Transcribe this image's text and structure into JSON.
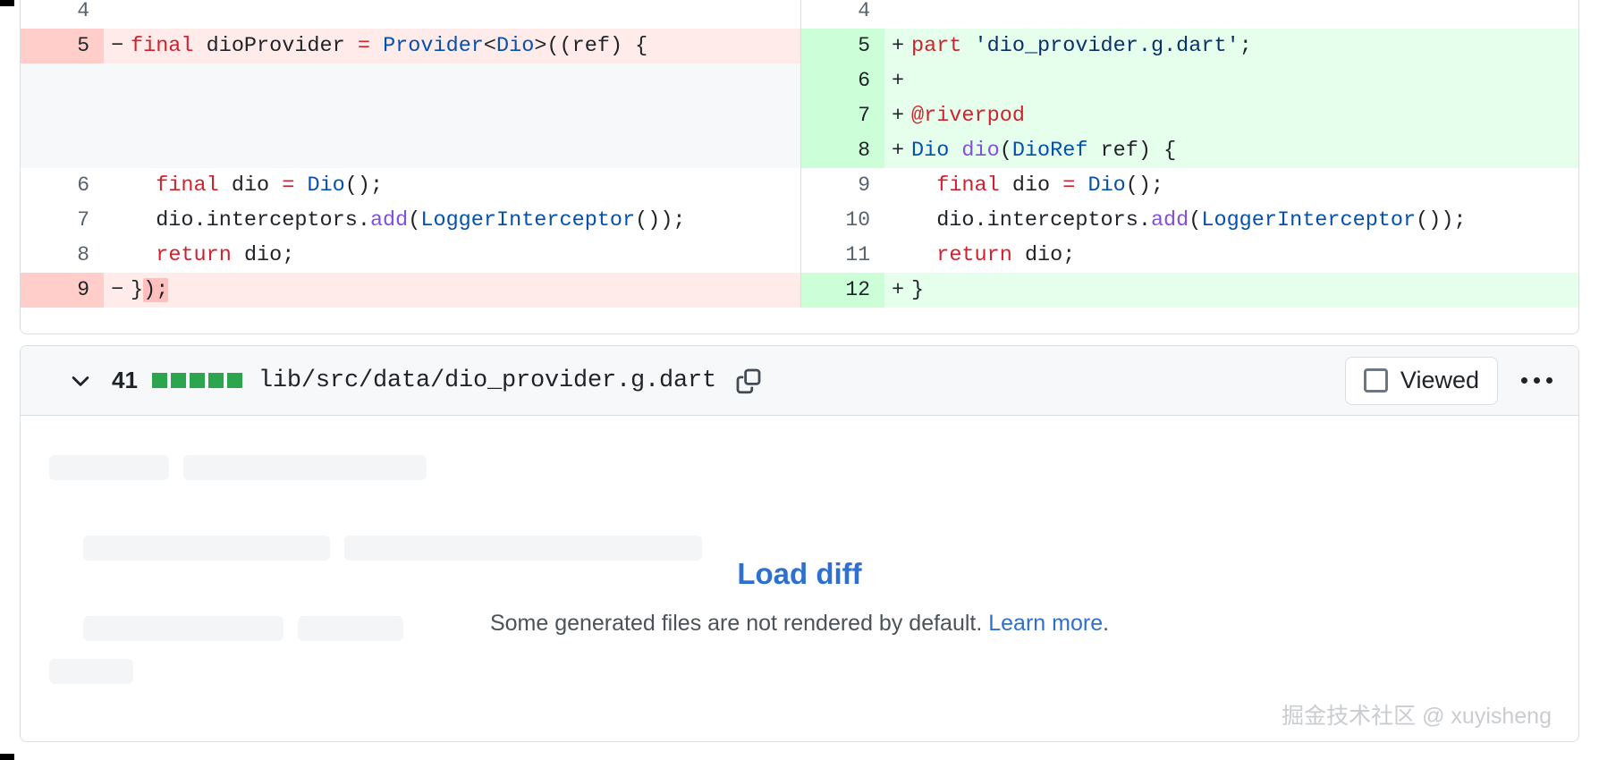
{
  "diff": {
    "left_rows": [
      {
        "num": "4",
        "type": "ctx",
        "mark": "",
        "tokens": [
          {
            "t": "",
            "c": "pl"
          }
        ]
      },
      {
        "num": "5",
        "type": "del",
        "mark": "−",
        "tokens": [
          {
            "t": "final",
            "c": "kw"
          },
          {
            "t": " dioProvider ",
            "c": "pl"
          },
          {
            "t": "=",
            "c": "op"
          },
          {
            "t": " ",
            "c": "pl"
          },
          {
            "t": "Provider",
            "c": "typ"
          },
          {
            "t": "<",
            "c": "pl"
          },
          {
            "t": "Dio",
            "c": "typ"
          },
          {
            "t": ">((ref) {",
            "c": "pl"
          }
        ]
      },
      {
        "num": "",
        "type": "empty",
        "mark": "",
        "tokens": []
      },
      {
        "num": "",
        "type": "empty",
        "mark": "",
        "tokens": []
      },
      {
        "num": "",
        "type": "empty",
        "mark": "",
        "tokens": []
      },
      {
        "num": "6",
        "type": "ctx",
        "mark": "",
        "tokens": [
          {
            "t": "  ",
            "c": "pl"
          },
          {
            "t": "final",
            "c": "kw"
          },
          {
            "t": " dio ",
            "c": "pl"
          },
          {
            "t": "=",
            "c": "op"
          },
          {
            "t": " ",
            "c": "pl"
          },
          {
            "t": "Dio",
            "c": "typ"
          },
          {
            "t": "();",
            "c": "pl"
          }
        ]
      },
      {
        "num": "7",
        "type": "ctx",
        "mark": "",
        "tokens": [
          {
            "t": "  dio.interceptors.",
            "c": "pl"
          },
          {
            "t": "add",
            "c": "fn"
          },
          {
            "t": "(",
            "c": "pl"
          },
          {
            "t": "LoggerInterceptor",
            "c": "typ"
          },
          {
            "t": "());",
            "c": "pl"
          }
        ]
      },
      {
        "num": "8",
        "type": "ctx",
        "mark": "",
        "tokens": [
          {
            "t": "  ",
            "c": "pl"
          },
          {
            "t": "return",
            "c": "kw"
          },
          {
            "t": " dio;",
            "c": "pl"
          }
        ]
      },
      {
        "num": "9",
        "type": "del",
        "mark": "−",
        "tokens": [
          {
            "t": "}",
            "c": "pl"
          },
          {
            "t": ");",
            "c": "pl",
            "hl": "del"
          }
        ]
      }
    ],
    "right_rows": [
      {
        "num": "4",
        "type": "ctx",
        "mark": "",
        "tokens": [
          {
            "t": "",
            "c": "pl"
          }
        ]
      },
      {
        "num": "5",
        "type": "add",
        "mark": "+",
        "tokens": [
          {
            "t": "part",
            "c": "kw"
          },
          {
            "t": " ",
            "c": "pl"
          },
          {
            "t": "'dio_provider.g.dart'",
            "c": "str"
          },
          {
            "t": ";",
            "c": "pl"
          }
        ]
      },
      {
        "num": "6",
        "type": "add",
        "mark": "+",
        "tokens": []
      },
      {
        "num": "7",
        "type": "add",
        "mark": "+",
        "tokens": [
          {
            "t": "@riverpod",
            "c": "kw"
          }
        ]
      },
      {
        "num": "8",
        "type": "add",
        "mark": "+",
        "tokens": [
          {
            "t": "Dio",
            "c": "typ"
          },
          {
            "t": " ",
            "c": "pl"
          },
          {
            "t": "dio",
            "c": "fn"
          },
          {
            "t": "(",
            "c": "pl"
          },
          {
            "t": "DioRef",
            "c": "typ"
          },
          {
            "t": " ref) {",
            "c": "pl"
          }
        ]
      },
      {
        "num": "9",
        "type": "ctx",
        "mark": "",
        "tokens": [
          {
            "t": "  ",
            "c": "pl"
          },
          {
            "t": "final",
            "c": "kw"
          },
          {
            "t": " dio ",
            "c": "pl"
          },
          {
            "t": "=",
            "c": "op"
          },
          {
            "t": " ",
            "c": "pl"
          },
          {
            "t": "Dio",
            "c": "typ"
          },
          {
            "t": "();",
            "c": "pl"
          }
        ]
      },
      {
        "num": "10",
        "type": "ctx",
        "mark": "",
        "tokens": [
          {
            "t": "  dio.interceptors.",
            "c": "pl"
          },
          {
            "t": "add",
            "c": "fn"
          },
          {
            "t": "(",
            "c": "pl"
          },
          {
            "t": "LoggerInterceptor",
            "c": "typ"
          },
          {
            "t": "());",
            "c": "pl"
          }
        ]
      },
      {
        "num": "11",
        "type": "ctx",
        "mark": "",
        "tokens": [
          {
            "t": "  ",
            "c": "pl"
          },
          {
            "t": "return",
            "c": "kw"
          },
          {
            "t": " dio;",
            "c": "pl"
          }
        ]
      },
      {
        "num": "12",
        "type": "add",
        "mark": "+",
        "tokens": [
          {
            "t": "}",
            "c": "pl"
          }
        ]
      }
    ]
  },
  "file": {
    "collapse_icon": "chevron-down-icon",
    "change_count": "41",
    "diffstat_added_blocks": 5,
    "diffstat_color": "#2da44e",
    "path": "lib/src/data/dio_provider.g.dart",
    "copy_icon": "copy-path-icon",
    "viewed_label": "Viewed",
    "viewed_checked": false,
    "kebab_icon": "more-options-icon",
    "load_diff_label": "Load diff",
    "generated_note_text": "Some generated files are not rendered by default. ",
    "generated_note_link": "Learn more",
    "generated_note_suffix": ".",
    "link_color": "#2f6fd0"
  },
  "watermark": {
    "text": "掘金技术社区 @ xuyisheng"
  }
}
